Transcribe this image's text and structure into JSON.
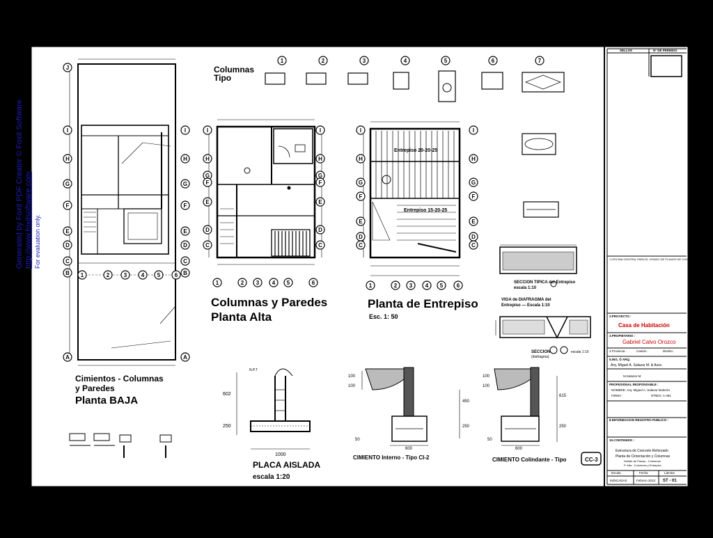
{
  "watermark": {
    "line1": "Generated by Foxit PDF Creator © Foxit Software",
    "line2": "http://www.foxitsoftware.com",
    "line3": "For evaluation only."
  },
  "titles": {
    "columnas_tipo": [
      "Columnas",
      "Tipo"
    ],
    "planta_baja": [
      "Cimientos - Columnas",
      "y Paredes",
      "Planta BAJA"
    ],
    "planta_alta": [
      "Columnas y Paredes",
      "Planta Alta"
    ],
    "entrepiso": "Planta de Entrepiso",
    "entrepiso_scale": "Esc. 1: 50",
    "placa": "PLACA AISLADA",
    "placa_scale": "escala 1:20",
    "cimiento_interno": "CIMIENTO Interno - Tipo   CI-2",
    "cimiento_colindante": "CIMIENTO Colindante - Tipo",
    "cc_badge": "CC-3",
    "entrepiso_a": "Entrepiso  20-20-25",
    "entrepiso_b": "Entrepiso  15-20-25",
    "seccion_tipica": "SECCION TIPICA  del Entrepiso",
    "seccion_scale": "escala 1:10",
    "viga_diafragma": "VIGA de DIAFRAGMA  del",
    "viga_diafragma_2": "Entrepiso  —  Escala 1:10",
    "seccion_label": "SECCION",
    "seccion_sub": "(diafragma)",
    "seccion_esc": "escala 1:10"
  },
  "grid": {
    "baja_rows": [
      "J",
      "I",
      "H",
      "G",
      "F",
      "E",
      "D",
      "C",
      "B",
      "A"
    ],
    "baja_cols": [
      "1",
      "2",
      "3",
      "4",
      "5",
      "6"
    ],
    "alta_rows": [
      "I",
      "H",
      "G",
      "F",
      "E",
      "D",
      "C"
    ],
    "alta_cols": [
      "1",
      "2",
      "3",
      "4",
      "5",
      "6"
    ],
    "entre_rows": [
      "I",
      "H",
      "G",
      "F",
      "E",
      "D",
      "C"
    ],
    "entre_cols": [
      "1",
      "2",
      "3",
      "4",
      "5",
      "6"
    ],
    "col_markers": [
      "1",
      "2",
      "3",
      "4",
      "5",
      "6",
      "7"
    ]
  },
  "dimensions": {
    "placa": [
      "602",
      "250",
      "1000",
      "N.P.T"
    ],
    "ci_left": [
      "100",
      "100",
      "50",
      "450",
      "250",
      "600"
    ],
    "cc_left": [
      "100",
      "100",
      "50",
      "615",
      "250",
      "600"
    ]
  },
  "title_block": {
    "sellos": "SELLOS",
    "no_permiso": "N°  DE  PERMISO",
    "oficina": "1.OFICINA  CENTRAL  PARA  EL  VISADO  DE  PLANOS  DE  CONSTRUCCION",
    "proyecto_label": "2.PROYECTO :",
    "proyecto": "Casa de Habitación",
    "propietario_label": "3.PROPIETARIO :",
    "propietario": "Gabriel Calvo Orozco",
    "provincia_label": "4.Provincia :",
    "canton_label": "Cantón :",
    "distrito_label": "Distrito :",
    "ing_arq_label": "5.ING. Ó ARQ.",
    "ing_arq": "Arq. Miguel A. Salazar M. & Asoc.",
    "dibujo": "M.Salazar M.",
    "profesional": "PROFESIONAL  RESPONSABLE :",
    "nombre": "NOMBRE:  Arq. Miguel A. Salazar Molerón",
    "firma": "FIRMA :",
    "nreg": "NºREG:  A-491",
    "informacion_registro": "8.INFORMACION  REGISTRO  PUBLICO :",
    "contenido_label": "10.CONTENIDO :",
    "contenido": [
      "Estructura de Concreto Reforzado",
      "Planta de Cimentación y Columnas",
      "Detalle de Placas - Columnas",
      "P. Alta - Columnas y Entrepiso"
    ],
    "escala_label": "Escala",
    "fecha_label": "Fecha",
    "lamina_label": "Lámina",
    "escala": "INDICADAS",
    "fecha": "Febrero 2013",
    "lamina": "ST - 01"
  }
}
